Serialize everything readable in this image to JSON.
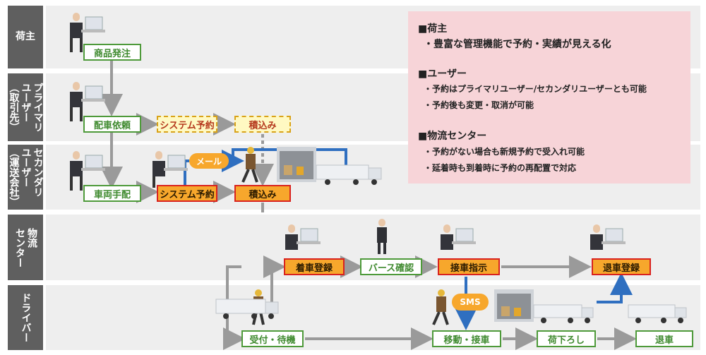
{
  "lanes": [
    {
      "id": "shipper",
      "label": "荷主"
    },
    {
      "id": "primary",
      "label": "プライマリ\nユーザー\n（取引先）"
    },
    {
      "id": "secondary",
      "label": "セカンダリ\nユーザー\n（運送会社）"
    },
    {
      "id": "center",
      "label": "物流\nセンター"
    },
    {
      "id": "driver",
      "label": "ドライバー"
    }
  ],
  "boxes": {
    "order": "商品発注",
    "dispatch_request": "配車依頼",
    "system_reserve_primary": "システム予約",
    "loading_primary": "積込み",
    "vehicle_arrange": "車両手配",
    "system_reserve_secondary": "システム予約",
    "loading_secondary": "積込み",
    "arrival_register": "着車登録",
    "berth_check": "バース確認",
    "dock_instruction": "接車指示",
    "departure_register": "退車登録",
    "reception_wait": "受付・待機",
    "move_dock": "移動・接車",
    "unloading": "荷下ろし",
    "departure": "退車"
  },
  "pills": {
    "mail": "メール",
    "sms": "SMS"
  },
  "info": {
    "shipper_heading": "■荷主",
    "shipper_items": [
      "・豊富な管理機能で予約・実績が見える化"
    ],
    "user_heading": "■ユーザー",
    "user_items": [
      "・予約はプライマリユーザー/セカンダリユーザーとも可能",
      "・予約後も変更・取消が可能"
    ],
    "center_heading": "■物流センター",
    "center_items": [
      "・予約がない場合も新規予約で受入れ可能",
      "・延着時も到着時に予約の再配置で対応"
    ]
  },
  "colors": {
    "lane_label": "#5f5f5f",
    "lane_bg": "#eeeeee",
    "green": "#4e9a3a",
    "orange": "#f7a72c",
    "red_border": "#d9221e",
    "arrow_gray": "#9a9a9a",
    "arrow_blue": "#2f6fc0",
    "info_bg": "#f7d4d8"
  }
}
